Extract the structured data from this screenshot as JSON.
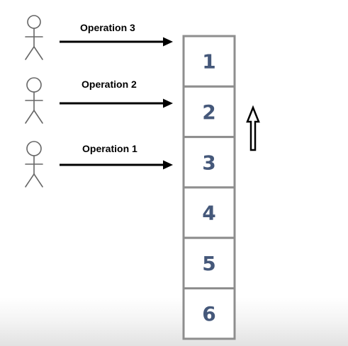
{
  "operations": [
    {
      "label": "Operation 3",
      "target_cell": "1"
    },
    {
      "label": "Operation 2",
      "target_cell": "2"
    },
    {
      "label": "Operation 1",
      "target_cell": "3"
    }
  ],
  "stack": {
    "cells": [
      "1",
      "2",
      "3",
      "4",
      "5",
      "6"
    ]
  },
  "colors": {
    "cell_border": "#8e8e8e",
    "cell_number": "#45587a",
    "arrow": "#000000",
    "stick_figure": "#666666"
  },
  "icons": {
    "person": "stick-figure-icon",
    "direction": "hollow-up-arrow-icon"
  }
}
